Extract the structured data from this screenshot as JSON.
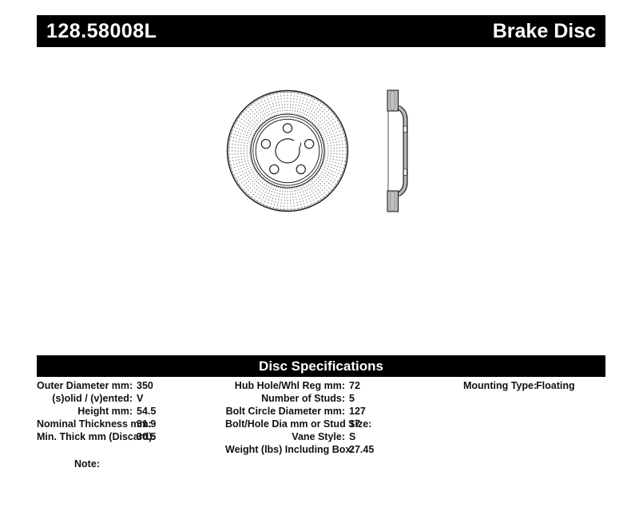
{
  "header": {
    "part_number": "128.58008L",
    "product_type": "Brake Disc"
  },
  "colors": {
    "bar_background": "#000000",
    "bar_text": "#ffffff",
    "hatch_gray": "#b9b9b9",
    "line_black": "#1a1a1a"
  },
  "drawing": {
    "views": [
      "disc-front-view",
      "disc-cross-section-view"
    ]
  },
  "specifications": {
    "title": "Disc Specifications",
    "columns": [
      {
        "rows": [
          {
            "label": "Outer Diameter mm:",
            "value": "350"
          },
          {
            "label": "(s)olid / (v)ented:",
            "value": "V"
          },
          {
            "label": "Height mm:",
            "value": "54.5"
          },
          {
            "label": "Nominal Thickness mm:",
            "value": "31.9"
          },
          {
            "label": "Min. Thick mm (Discard):",
            "value": "30.5"
          }
        ]
      },
      {
        "rows": [
          {
            "label": "Hub Hole/Whl Reg mm:",
            "value": "72"
          },
          {
            "label": "Number of Studs:",
            "value": "5"
          },
          {
            "label": "Bolt Circle Diameter mm:",
            "value": "127"
          },
          {
            "label": "Bolt/Hole Dia mm or Stud Size:",
            "value": "17"
          },
          {
            "label": "Vane Style:",
            "value": "S"
          },
          {
            "label": "Weight (lbs) Including Box:",
            "value": "27.45"
          }
        ]
      },
      {
        "rows": [
          {
            "label": "Mounting Type:",
            "value": "Floating"
          }
        ]
      }
    ]
  },
  "note": {
    "label": "Note:",
    "text": ""
  }
}
